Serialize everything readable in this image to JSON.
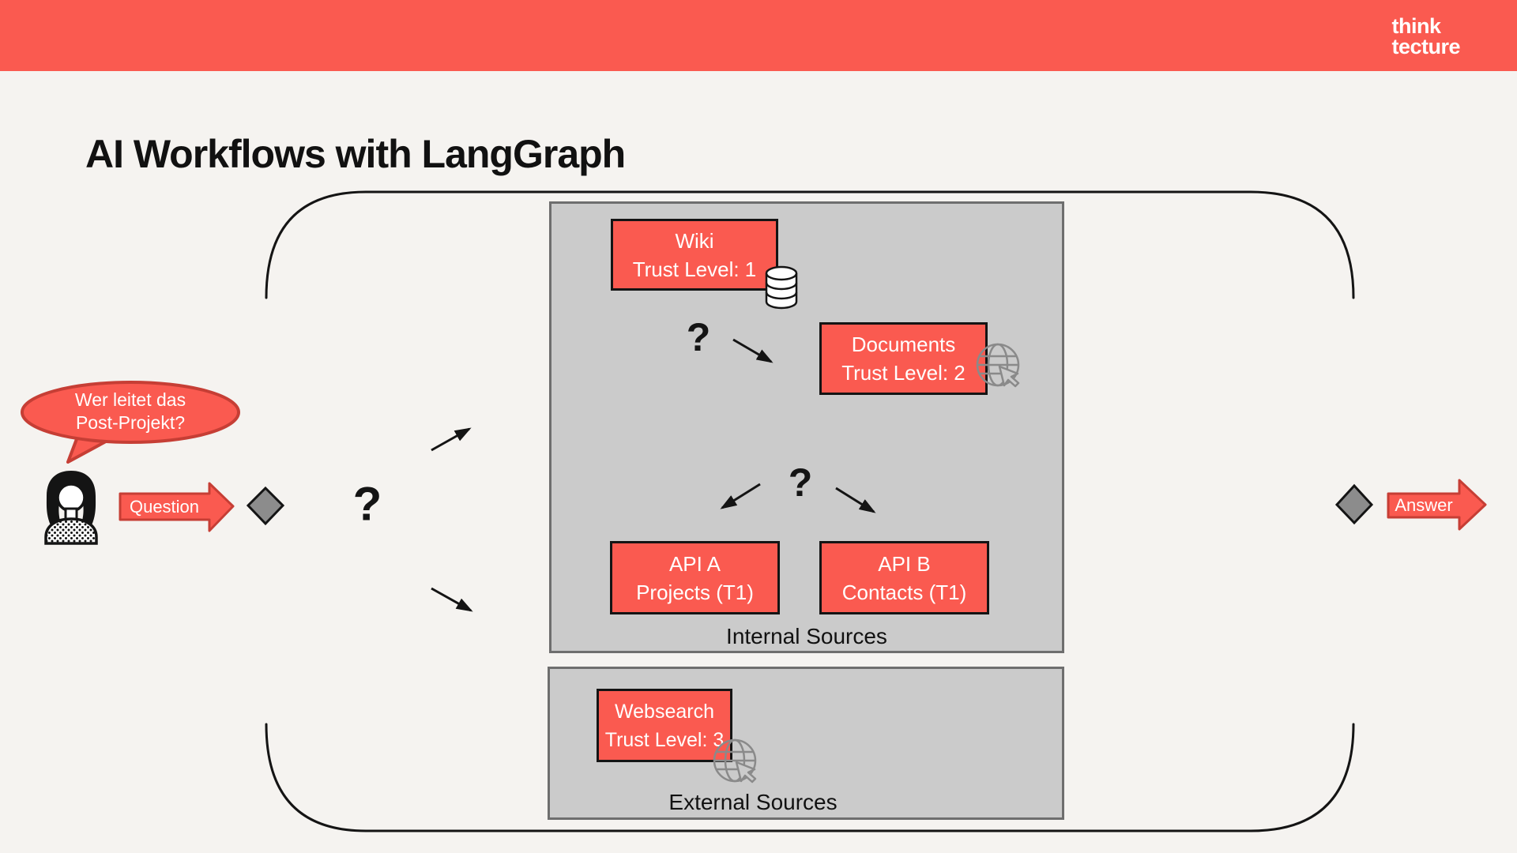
{
  "header": {
    "logo_line1": "think",
    "logo_line2": "tecture"
  },
  "title": "AI Workflows with LangGraph",
  "speech_bubble": {
    "line1": "Wer leitet das",
    "line2": "Post-Projekt?"
  },
  "flow": {
    "question_label": "Question",
    "answer_label": "Answer",
    "question_mark": "?"
  },
  "panels": {
    "internal": {
      "label": "Internal Sources"
    },
    "external": {
      "label": "External Sources"
    }
  },
  "nodes": {
    "wiki": {
      "line1": "Wiki",
      "line2": "Trust Level: 1"
    },
    "documents": {
      "line1": "Documents",
      "line2": "Trust Level: 2"
    },
    "api_a": {
      "line1": "API A",
      "line2": "Projects (T1)"
    },
    "api_b": {
      "line1": "API B",
      "line2": "Contacts (T1)"
    },
    "websearch": {
      "line1": "Websearch",
      "line2": "Trust Level: 3"
    }
  },
  "icons": {
    "user": "user-icon",
    "database": "database-icon",
    "globe_documents": "globe-cursor-icon",
    "globe_websearch": "globe-cursor-icon"
  },
  "colors": {
    "accent_red": "#FA5A50",
    "accent_red_border": "#C63E35",
    "panel_gray": "#CBCBCB",
    "panel_border_gray": "#6E6E6E",
    "diamond_gray": "#8C8C8C",
    "background": "#F5F3F0",
    "ink": "#141414",
    "globe_gray": "#8A8A8A"
  }
}
